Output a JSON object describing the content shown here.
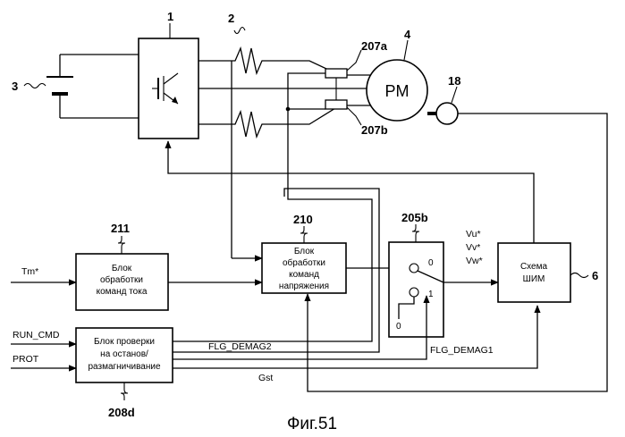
{
  "figure_caption": "Фиг.51",
  "ref_numbers": {
    "inverter": "1",
    "sensor": "2",
    "battery": "3",
    "motor": "4",
    "pwm": "6",
    "shunt_a": "207a",
    "shunt_b": "207b",
    "encoder": "18",
    "current_block": "211",
    "voltage_block": "210",
    "switch": "205b",
    "check_block": "208d"
  },
  "blocks": {
    "motor_label": "PM",
    "current_block": [
      "Блок",
      "обработки",
      "команд тока"
    ],
    "voltage_block": [
      "Блок",
      "обработки",
      "команд",
      "напряжения"
    ],
    "pwm_block": [
      "Схема",
      "ШИМ"
    ],
    "check_block": [
      "Блок проверки",
      "на останов/",
      "размагничивание"
    ]
  },
  "switch_labels": {
    "upper": "0",
    "lower": "1",
    "ground": "0"
  },
  "signals": {
    "torque_cmd": "Tm*",
    "run_cmd": "RUN_CMD",
    "prot": "PROT",
    "flg_demag2": "FLG_DEMAG2",
    "flg_demag1": "FLG_DEMAG1",
    "gst": "Gst",
    "vu": "Vu*",
    "vv": "Vv*",
    "vw": "Vw*"
  }
}
